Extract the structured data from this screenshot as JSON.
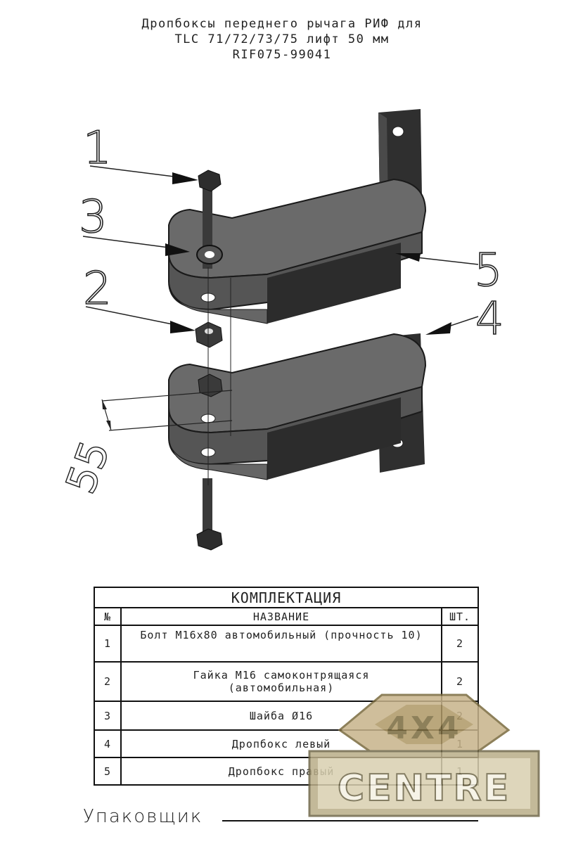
{
  "header": {
    "line1": "Дропбоксы переднего рычага РИФ для",
    "line2": "TLC 71/72/73/75 лифт 50 мм",
    "line3": "RIF075-99041"
  },
  "callouts": [
    "1",
    "2",
    "3",
    "4",
    "5"
  ],
  "dimension": "55",
  "table": {
    "title": "КОМПЛЕКТАЦИЯ",
    "columns": [
      "№",
      "НАЗВАНИЕ",
      "ШТ."
    ],
    "rows": [
      {
        "num": "1",
        "name": "Болт М16х80 автомобильный (прочность 10)",
        "qty": "2"
      },
      {
        "num": "2",
        "name_line1": "Гайка М16 самоконтрящаяся",
        "name_line2": "(автомобильная)",
        "qty": "2"
      },
      {
        "num": "3",
        "name": "Шайба Ø16",
        "qty": "2"
      },
      {
        "num": "4",
        "name": "Дропбокс левый",
        "qty": "1"
      },
      {
        "num": "5",
        "name": "Дропбокс правый",
        "qty": "1"
      }
    ]
  },
  "footer": {
    "packer_label": "Упаковщик"
  },
  "logo": {
    "text": "CENTRE",
    "badge": "4X4",
    "accent": "#c7b38a",
    "dark": "#7a6a3e"
  }
}
